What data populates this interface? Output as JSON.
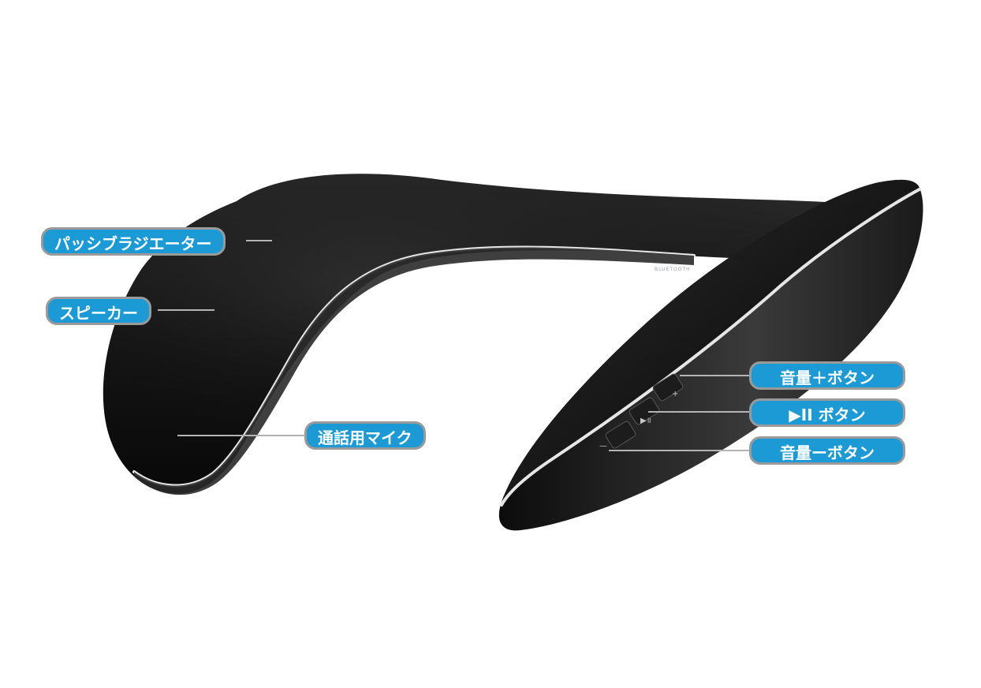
{
  "device": {
    "brand_mark": "BLUETOOTH",
    "button_glyphs": {
      "plus": "+",
      "play_pause": "▶॥",
      "minus": "—"
    },
    "colors": {
      "body": "#1a1a1a",
      "trim": "#e6e6e6",
      "callout_fill": "#1b9ad6",
      "callout_border": "#9a9a9a",
      "leader_line": "#b4b4b4"
    }
  },
  "callouts": {
    "passive_radiator": "パッシブラジエーター",
    "speaker": "スピーカー",
    "call_mic": "通話用マイク",
    "volume_up_button": "音量＋ボタン",
    "play_pause_button": "▶II ボタン",
    "volume_down_button": "音量ーボタン"
  }
}
